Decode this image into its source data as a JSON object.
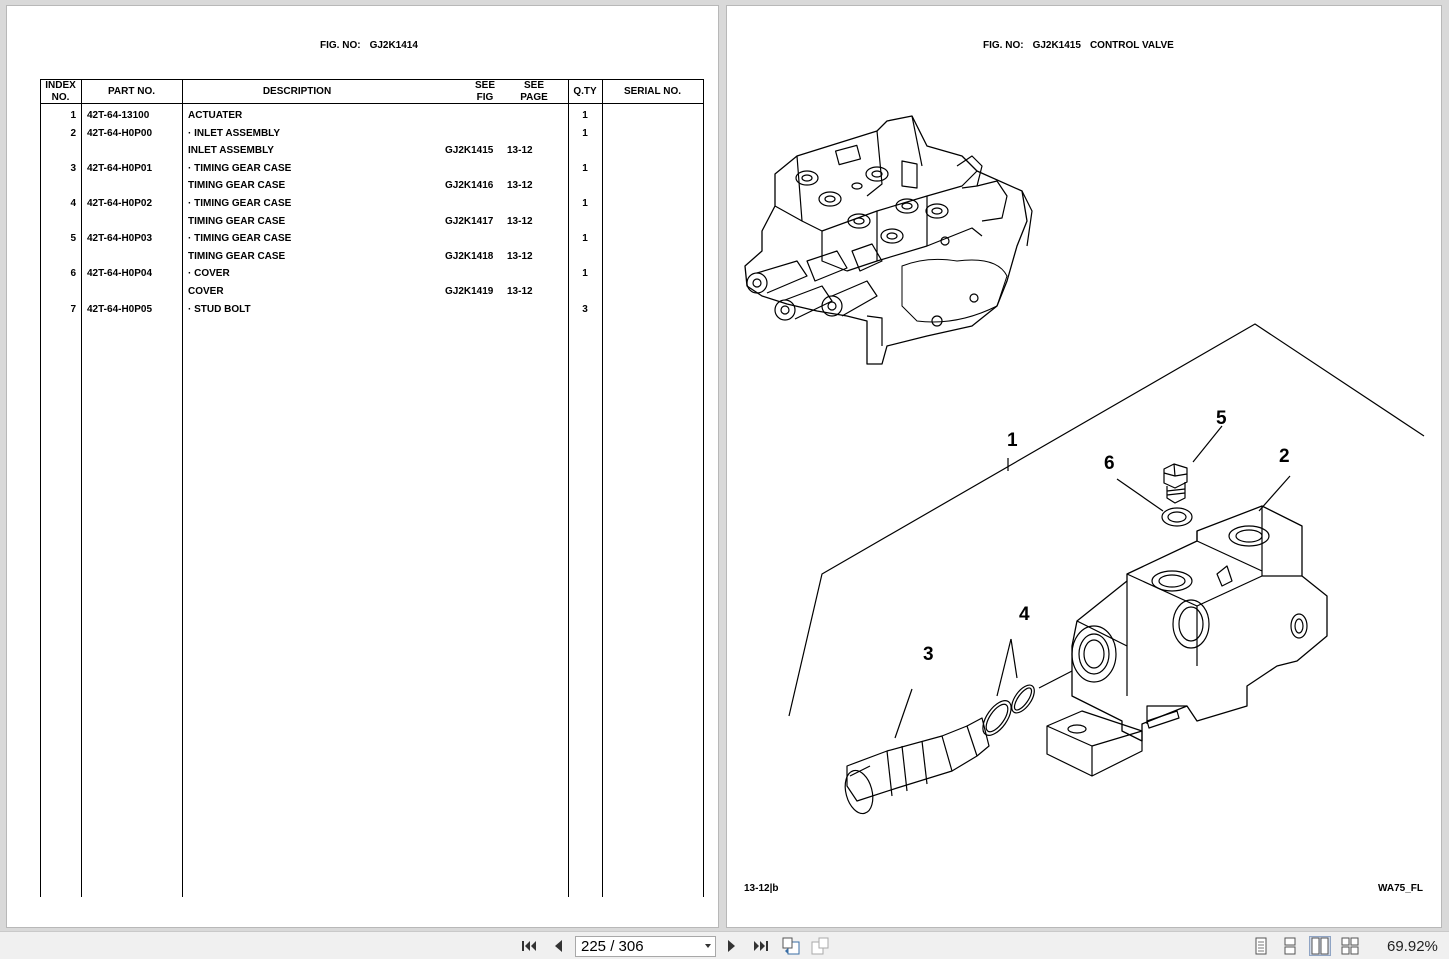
{
  "left_page": {
    "fig_label": "FIG. NO:",
    "fig_no": "GJ2K1414",
    "table": {
      "headers": {
        "index": "INDEX\nNO.",
        "part": "PART NO.",
        "desc": "DESCRIPTION",
        "fig": "SEE\nFIG",
        "page": "SEE\nPAGE",
        "qty": "Q.TY",
        "serial": "SERIAL NO."
      },
      "rows": [
        {
          "index": "1",
          "part": "42T-64-13100",
          "desc": "ACTUATER",
          "fig": "",
          "page": "",
          "qty": "1"
        },
        {
          "index": "2",
          "part": "42T-64-H0P00",
          "desc": "·  INLET ASSEMBLY",
          "fig": "",
          "page": "",
          "qty": "1"
        },
        {
          "index": "",
          "part": "",
          "desc": "INLET ASSEMBLY",
          "fig": "GJ2K1415",
          "page": "13-12",
          "qty": ""
        },
        {
          "index": "3",
          "part": "42T-64-H0P01",
          "desc": "·  TIMING GEAR CASE",
          "fig": "",
          "page": "",
          "qty": "1"
        },
        {
          "index": "",
          "part": "",
          "desc": "TIMING GEAR CASE",
          "fig": "GJ2K1416",
          "page": "13-12",
          "qty": ""
        },
        {
          "index": "4",
          "part": "42T-64-H0P02",
          "desc": "·  TIMING GEAR CASE",
          "fig": "",
          "page": "",
          "qty": "1"
        },
        {
          "index": "",
          "part": "",
          "desc": "TIMING GEAR CASE",
          "fig": "GJ2K1417",
          "page": "13-12",
          "qty": ""
        },
        {
          "index": "5",
          "part": "42T-64-H0P03",
          "desc": "·  TIMING GEAR CASE",
          "fig": "",
          "page": "",
          "qty": "1"
        },
        {
          "index": "",
          "part": "",
          "desc": "TIMING GEAR CASE",
          "fig": "GJ2K1418",
          "page": "13-12",
          "qty": ""
        },
        {
          "index": "6",
          "part": "42T-64-H0P04",
          "desc": "·  COVER",
          "fig": "",
          "page": "",
          "qty": "1"
        },
        {
          "index": "",
          "part": "",
          "desc": "COVER",
          "fig": "GJ2K1419",
          "page": "13-12",
          "qty": ""
        },
        {
          "index": "7",
          "part": "42T-64-H0P05",
          "desc": "·  STUD BOLT",
          "fig": "",
          "page": "",
          "qty": "3"
        }
      ]
    }
  },
  "right_page": {
    "fig_label": "FIG. NO:",
    "fig_no": "GJ2K1415",
    "fig_title": "CONTROL VALVE",
    "callouts": [
      "1",
      "2",
      "3",
      "4",
      "5",
      "6"
    ],
    "footer_left": "13-12|b",
    "footer_right": "WA75_FL"
  },
  "toolbar": {
    "page_display": "225 / 306",
    "zoom": "69.92%",
    "icons": [
      "first-page-icon",
      "prev-page-icon",
      "next-page-icon",
      "last-page-icon",
      "rotate-back-icon",
      "rotate-forward-icon",
      "single-page-view-icon",
      "continuous-view-icon",
      "two-page-view-icon",
      "two-page-continuous-view-icon"
    ]
  }
}
